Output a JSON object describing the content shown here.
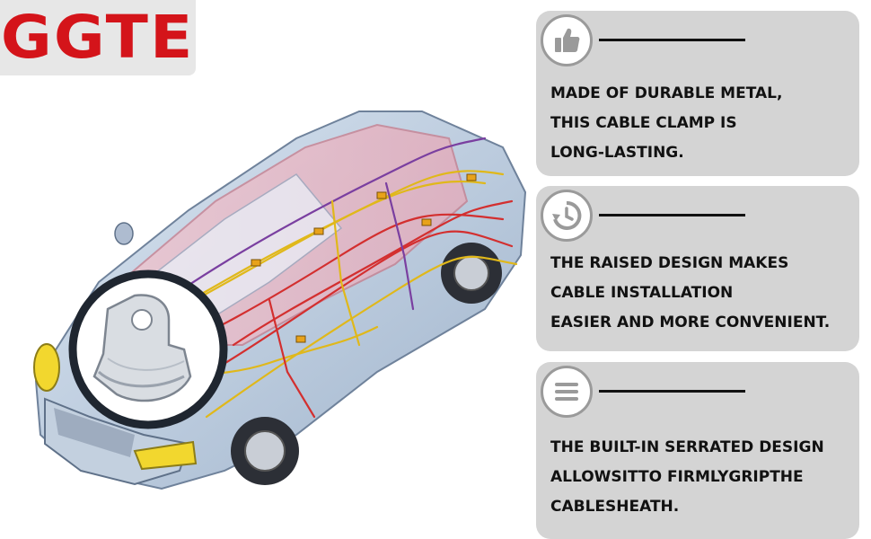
{
  "brand": {
    "name": "GGTE",
    "color": "#d4141a"
  },
  "features": [
    {
      "icon": "thumbs-up-icon",
      "lines": [
        "MADE OF DURABLE METAL,",
        "THIS CABLE CLAMP IS",
        "LONG-LASTING."
      ]
    },
    {
      "icon": "clock-refresh-icon",
      "lines": [
        "THE RAISED DESIGN MAKES",
        "CABLE INSTALLATION",
        "EASIER AND MORE CONVENIENT."
      ]
    },
    {
      "icon": "menu-lines-icon",
      "lines": [
        "THE BUILT-IN SERRATED DESIGN",
        "ALLOWSITTO FIRMLYGRIPTHE",
        "CABLESHEATH."
      ]
    }
  ],
  "illustration": {
    "subject": "car-wiring-harness-image",
    "inset": "cable-clamp-image"
  }
}
